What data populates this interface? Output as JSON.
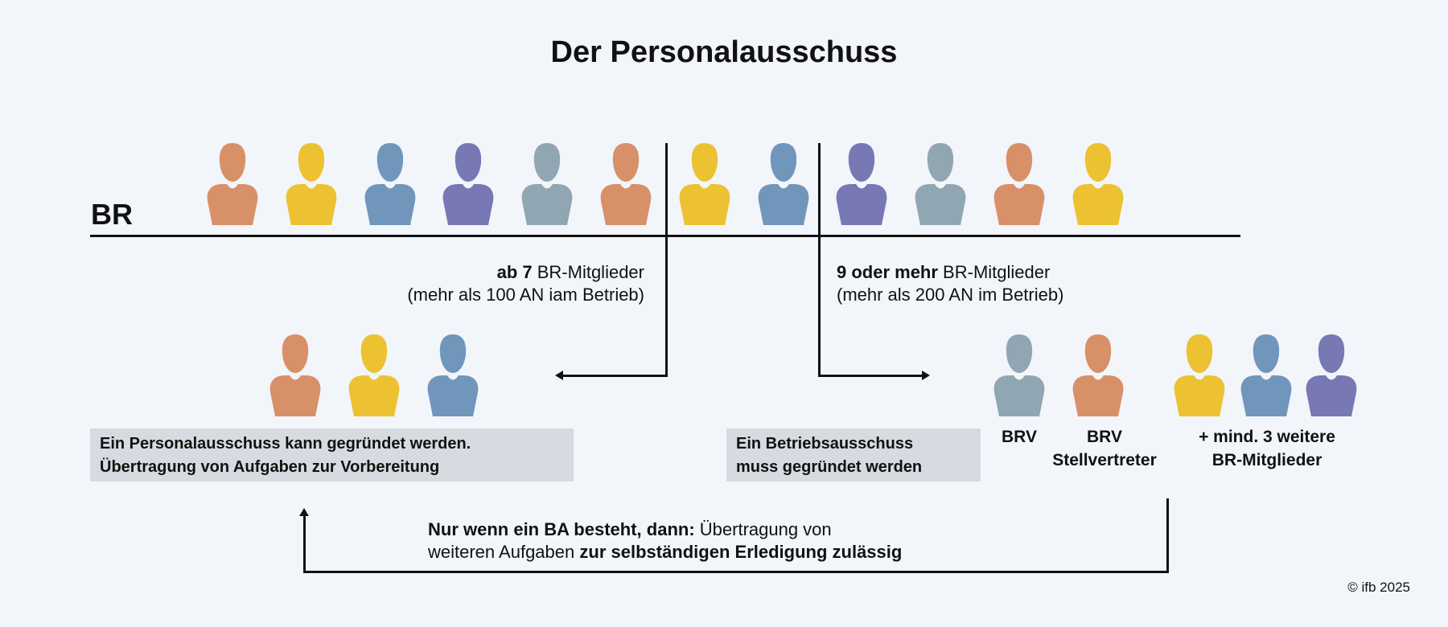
{
  "title": "Der Personalausschuss",
  "br_label": "BR",
  "colors": {
    "orange": "#d89069",
    "yellow": "#ecc232",
    "blue": "#7096bc",
    "purple": "#7878b4",
    "gray": "#91a6b3"
  },
  "br_members": [
    "orange",
    "yellow",
    "blue",
    "purple",
    "gray",
    "orange",
    "yellow",
    "blue",
    "purple",
    "gray",
    "orange",
    "yellow"
  ],
  "left_branch": {
    "bold": "ab 7",
    "rest": " BR-Mitglieder",
    "line2": "(mehr als 100 AN iam Betrieb)",
    "members": [
      "orange",
      "yellow",
      "blue"
    ],
    "box": [
      "Ein Personalausschuss kann gegründet werden.",
      "Übertragung von Aufgaben zur Vorbereitung"
    ]
  },
  "right_branch": {
    "bold": "9 oder mehr",
    "rest": " BR-Mitglieder",
    "line2": "(mehr als 200 AN im Betrieb)",
    "members": [
      "gray",
      "orange",
      "yellow",
      "blue",
      "purple"
    ],
    "box": [
      "Ein Betriebsausschuss",
      "muss gegründet werden"
    ],
    "labels": {
      "brv": "BRV",
      "brv2": "BRV",
      "stellvertreter": "Stellvertreter",
      "more1": "+ mind. 3 weitere",
      "more2": "BR-Mitglieder"
    }
  },
  "bottom": {
    "bold1": "Nur wenn ein BA besteht, dann:",
    "normal1": " Übertragung von",
    "normal2": "weiteren Aufgaben ",
    "bold2": "zur selbständigen Erledigung zulässig"
  },
  "copyright": "© ifb 2025"
}
